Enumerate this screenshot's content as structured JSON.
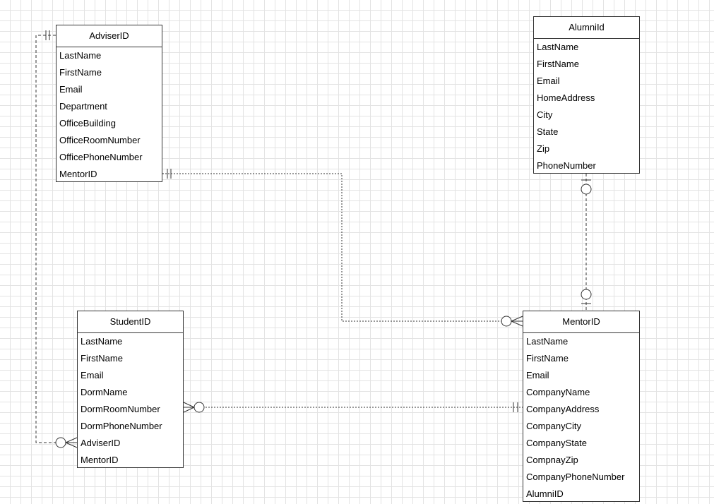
{
  "entities": {
    "adviser": {
      "title": "AdviserID",
      "fields": [
        "LastName",
        "FirstName",
        "Email",
        "Department",
        "OfficeBuilding",
        "OfficeRoomNumber",
        "OfficePhoneNumber",
        "MentorID"
      ]
    },
    "alumni": {
      "title": "AlumniId",
      "fields": [
        "LastName",
        "FirstName",
        "Email",
        "HomeAddress",
        "City",
        "State",
        "Zip",
        "PhoneNumber"
      ]
    },
    "student": {
      "title": "StudentID",
      "fields": [
        "LastName",
        "FirstName",
        "Email",
        "DormName",
        "DormRoomNumber",
        "DormPhoneNumber",
        "AdviserID",
        "MentorID"
      ]
    },
    "mentor": {
      "title": "MentorID",
      "fields": [
        "LastName",
        "FirstName",
        "Email",
        "CompanyName",
        "CompanyAddress",
        "CompanyCity",
        "CompanyState",
        "CompnayZip",
        "CompanyPhoneNumber",
        "AlumniID"
      ]
    }
  },
  "relationships": [
    {
      "from": "adviser",
      "from_end": "one-and-only-one",
      "to": "mentor",
      "to_end": "zero-or-many"
    },
    {
      "from": "alumni",
      "from_end": "zero-or-one",
      "to": "mentor",
      "to_end": "zero-or-one"
    },
    {
      "from": "student",
      "from_end": "zero-or-many",
      "to": "mentor",
      "to_end": "one-and-only-one"
    },
    {
      "from": "adviser",
      "from_end": "one-and-only-one",
      "to": "student",
      "to_end": "zero-or-many"
    }
  ],
  "colors": {
    "line": "#333333",
    "grid": "#e3e3e3",
    "background": "#ffffff"
  }
}
